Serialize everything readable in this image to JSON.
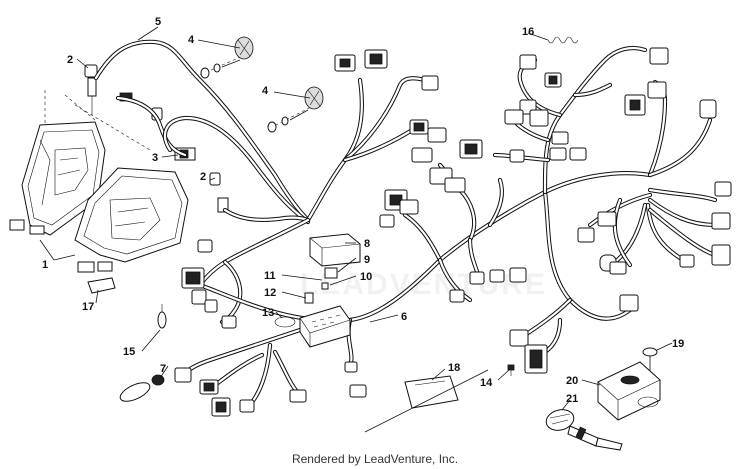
{
  "diagram": {
    "watermark": "LEADVENTURE",
    "credit": "Rendered by LeadVenture, Inc.",
    "callouts": [
      {
        "id": "1",
        "label": "1"
      },
      {
        "id": "2a",
        "label": "2"
      },
      {
        "id": "2b",
        "label": "2"
      },
      {
        "id": "3",
        "label": "3"
      },
      {
        "id": "4a",
        "label": "4"
      },
      {
        "id": "4b",
        "label": "4"
      },
      {
        "id": "5",
        "label": "5"
      },
      {
        "id": "6",
        "label": "6"
      },
      {
        "id": "7",
        "label": "7"
      },
      {
        "id": "8",
        "label": "8"
      },
      {
        "id": "9",
        "label": "9"
      },
      {
        "id": "10",
        "label": "10"
      },
      {
        "id": "11",
        "label": "11"
      },
      {
        "id": "12",
        "label": "12"
      },
      {
        "id": "13",
        "label": "13"
      },
      {
        "id": "14",
        "label": "14"
      },
      {
        "id": "15",
        "label": "15"
      },
      {
        "id": "16",
        "label": "16"
      },
      {
        "id": "17",
        "label": "17"
      },
      {
        "id": "18",
        "label": "18"
      },
      {
        "id": "19",
        "label": "19"
      },
      {
        "id": "20",
        "label": "20"
      },
      {
        "id": "21",
        "label": "21"
      }
    ]
  }
}
